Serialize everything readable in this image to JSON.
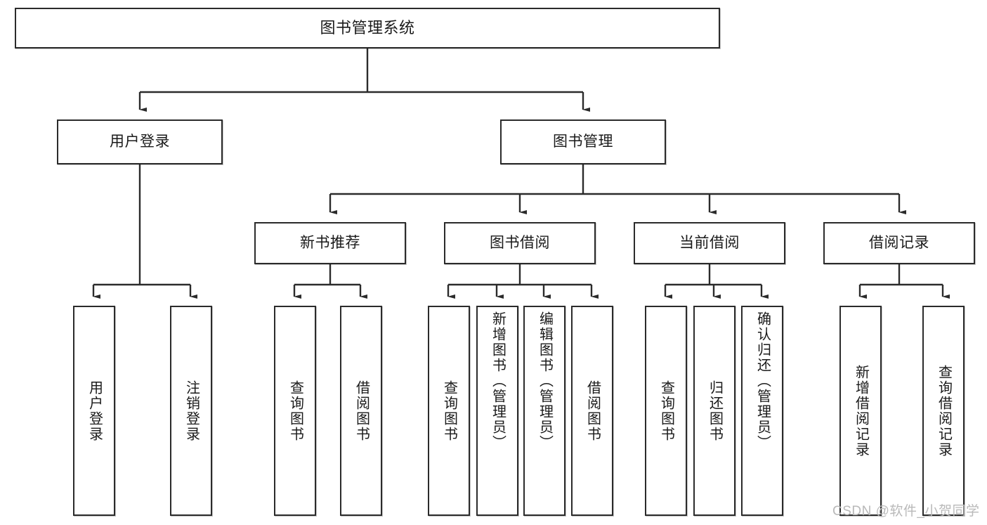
{
  "diagram": {
    "title": "图书管理系统",
    "type": "tree",
    "watermark": "CSDN @软件_小贺同学",
    "colors": {
      "box_border": "#2b2b2b",
      "box_fill": "#ffffff",
      "connector": "#2b2b2b",
      "text": "#1a1a1a",
      "watermark": "#b9b9b9"
    },
    "levels": {
      "root": {
        "label": "图书管理系统"
      },
      "level2": [
        {
          "id": "user-login",
          "label": "用户登录"
        },
        {
          "id": "book-manage",
          "label": "图书管理"
        }
      ],
      "level3": [
        {
          "id": "new-book-recommend",
          "label": "新书推荐",
          "parent": "book-manage"
        },
        {
          "id": "book-borrow",
          "label": "图书借阅",
          "parent": "book-manage"
        },
        {
          "id": "current-borrow",
          "label": "当前借阅",
          "parent": "book-manage"
        },
        {
          "id": "borrow-record",
          "label": "借阅记录",
          "parent": "book-manage"
        }
      ],
      "leaves": [
        {
          "id": "leaf-user-login",
          "label": "用户登录",
          "parent": "user-login"
        },
        {
          "id": "leaf-logout",
          "label": "注销登录",
          "parent": "user-login"
        },
        {
          "id": "leaf-query-book-1",
          "label": "查询图书",
          "parent": "new-book-recommend"
        },
        {
          "id": "leaf-borrow-book-1",
          "label": "借阅图书",
          "parent": "new-book-recommend"
        },
        {
          "id": "leaf-query-book-2",
          "label": "查询图书",
          "parent": "book-borrow"
        },
        {
          "id": "leaf-add-book",
          "label": "新增图书（管理员）",
          "parent": "book-borrow"
        },
        {
          "id": "leaf-edit-book",
          "label": "编辑图书（管理员）",
          "parent": "book-borrow"
        },
        {
          "id": "leaf-borrow-book-2",
          "label": "借阅图书",
          "parent": "book-borrow"
        },
        {
          "id": "leaf-query-book-3",
          "label": "查询图书",
          "parent": "current-borrow"
        },
        {
          "id": "leaf-return-book",
          "label": "归还图书",
          "parent": "current-borrow"
        },
        {
          "id": "leaf-confirm-return",
          "label": "确认归还（管理员）",
          "parent": "current-borrow"
        },
        {
          "id": "leaf-add-record",
          "label": "新增借阅记录",
          "parent": "borrow-record"
        },
        {
          "id": "leaf-query-record",
          "label": "查询借阅记录",
          "parent": "borrow-record"
        }
      ]
    }
  }
}
